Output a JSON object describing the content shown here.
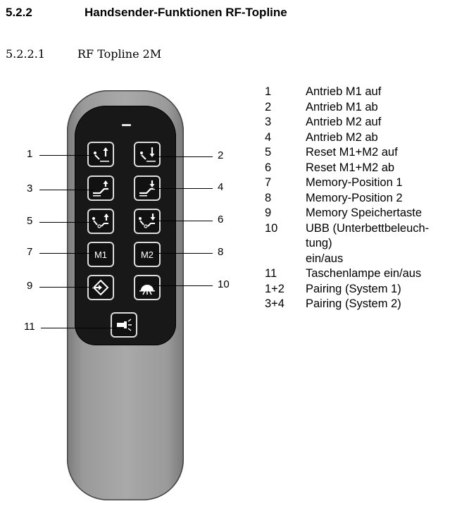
{
  "section": {
    "number": "5.2.2",
    "title": "Handsender-Funktionen RF-Topline"
  },
  "subsection": {
    "number": "5.2.2.1",
    "title": "RF Topline 2M"
  },
  "remote": {
    "m1_label": "M1",
    "m2_label": "M2",
    "callouts": [
      "1",
      "2",
      "3",
      "4",
      "5",
      "6",
      "7",
      "8",
      "9",
      "10",
      "11"
    ]
  },
  "legend": [
    {
      "key": "1",
      "text": "Antrieb M1 auf"
    },
    {
      "key": "2",
      "text": "Antrieb M1 ab"
    },
    {
      "key": "3",
      "text": "Antrieb M2 auf"
    },
    {
      "key": "4",
      "text": "Antrieb M2 ab"
    },
    {
      "key": "5",
      "text": "Reset M1+M2 auf"
    },
    {
      "key": "6",
      "text": "Reset M1+M2 ab"
    },
    {
      "key": "7",
      "text": "Memory-Position 1"
    },
    {
      "key": "8",
      "text": "Memory-Position 2"
    },
    {
      "key": "9",
      "text": "Memory Speichertaste"
    },
    {
      "key": "10",
      "text": "UBB (Unterbettbeleuch-"
    },
    {
      "key": "",
      "text": "tung)"
    },
    {
      "key": "",
      "text": "ein/aus"
    },
    {
      "key": "11",
      "text": "Taschenlampe ein/aus"
    },
    {
      "key": "1+2",
      "text": "Pairing (System 1)"
    },
    {
      "key": "3+4",
      "text": "Pairing (System 2)"
    }
  ]
}
